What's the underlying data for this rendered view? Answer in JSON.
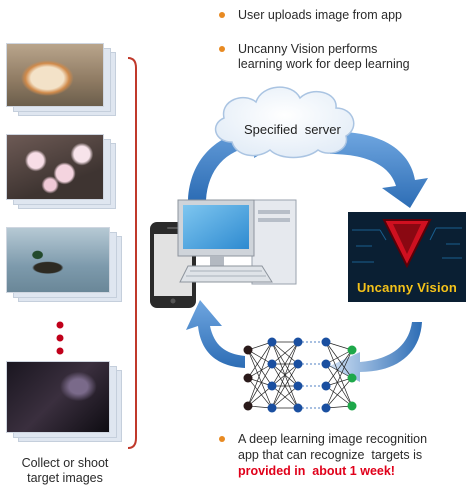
{
  "bullets": {
    "first": "User uploads image from app",
    "second_line1": "Uncanny Vision performs",
    "second_line2": "learning work for deep learning",
    "third_line1": "A deep learning image recognition",
    "third_line2": "app that can recognize  targets is",
    "third_line3_red": "provided in  about 1 week!"
  },
  "cloud_label": "Specified  server",
  "brand_label": "Uncanny Vision",
  "brand_letter": "V",
  "caption_line1": "Collect or shoot",
  "caption_line2": "target images",
  "colors": {
    "bullet": "#e88a22",
    "arrow": "#3f7fc4",
    "bracket": "#c0392b",
    "dots": "#c0001a",
    "highlight": "#e0001a"
  },
  "images": [
    "cat-photo",
    "flower-photo",
    "duck-photo",
    "dark-photo"
  ]
}
